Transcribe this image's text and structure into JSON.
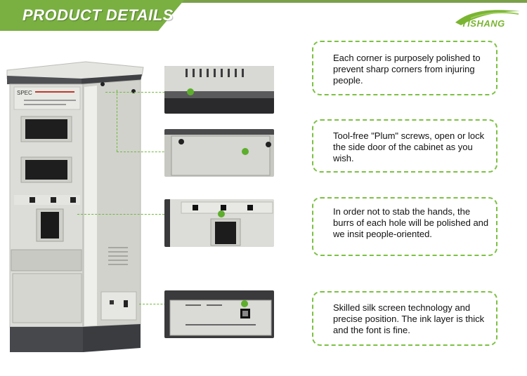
{
  "header": {
    "title": "PRODUCT DETAILS",
    "brand_logo_text": "YISHANG"
  },
  "colors": {
    "accent_green": "#79b041",
    "callout_border": "#7cc142",
    "cabinet_body": "#d9d9d5",
    "cabinet_dark": "#4a4c50"
  },
  "features": [
    {
      "text": "Each corner is purposely polished to prevent sharp corners from injuring people."
    },
    {
      "text": "Tool-free \"Plum\" screws, open or lock the side door of the cabinet as you wish."
    },
    {
      "text": "In order not to stab the hands, the burrs of each hole will be polished and we insit people-oriented."
    },
    {
      "text": "Skilled silk screen technology and precise position. The ink layer is thick and the font is fine."
    }
  ],
  "cabinet": {
    "panel_brand": "SPEC"
  }
}
